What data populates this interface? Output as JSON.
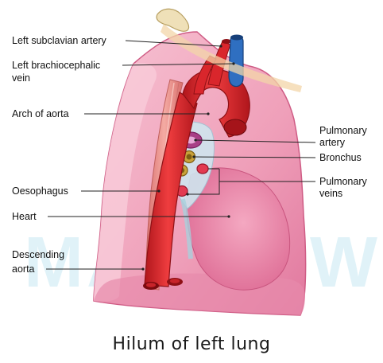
{
  "labels": {
    "left_subclavian_artery": "Left subclavian artery",
    "left_brachiocephalic_vein_line1": "Left brachiocephalic",
    "left_brachiocephalic_vein_line2": "vein",
    "arch_of_aorta": "Arch of aorta",
    "oesophagus": "Oesophagus",
    "heart": "Heart",
    "descending_aorta_line1": "Descending",
    "descending_aorta_line2": "aorta",
    "pulmonary_artery_line1": "Pulmonary",
    "pulmonary_artery_line2": "artery",
    "bronchus": "Bronchus",
    "pulmonary_veins_line1": "Pulmonary",
    "pulmonary_veins_line2": "veins"
  },
  "caption": "Hilum of left lung",
  "colors": {
    "lung": "#f0a6bf",
    "lung_dark": "#d9618a",
    "lung_light": "#f7c8d6",
    "aorta": "#d9262c",
    "vein": "#2f6fc1",
    "bronchus": "#c9a23a",
    "oesophagus": "#e58a84",
    "heart_impression": "#e97fa3",
    "watermark": "#bfe4ef"
  }
}
